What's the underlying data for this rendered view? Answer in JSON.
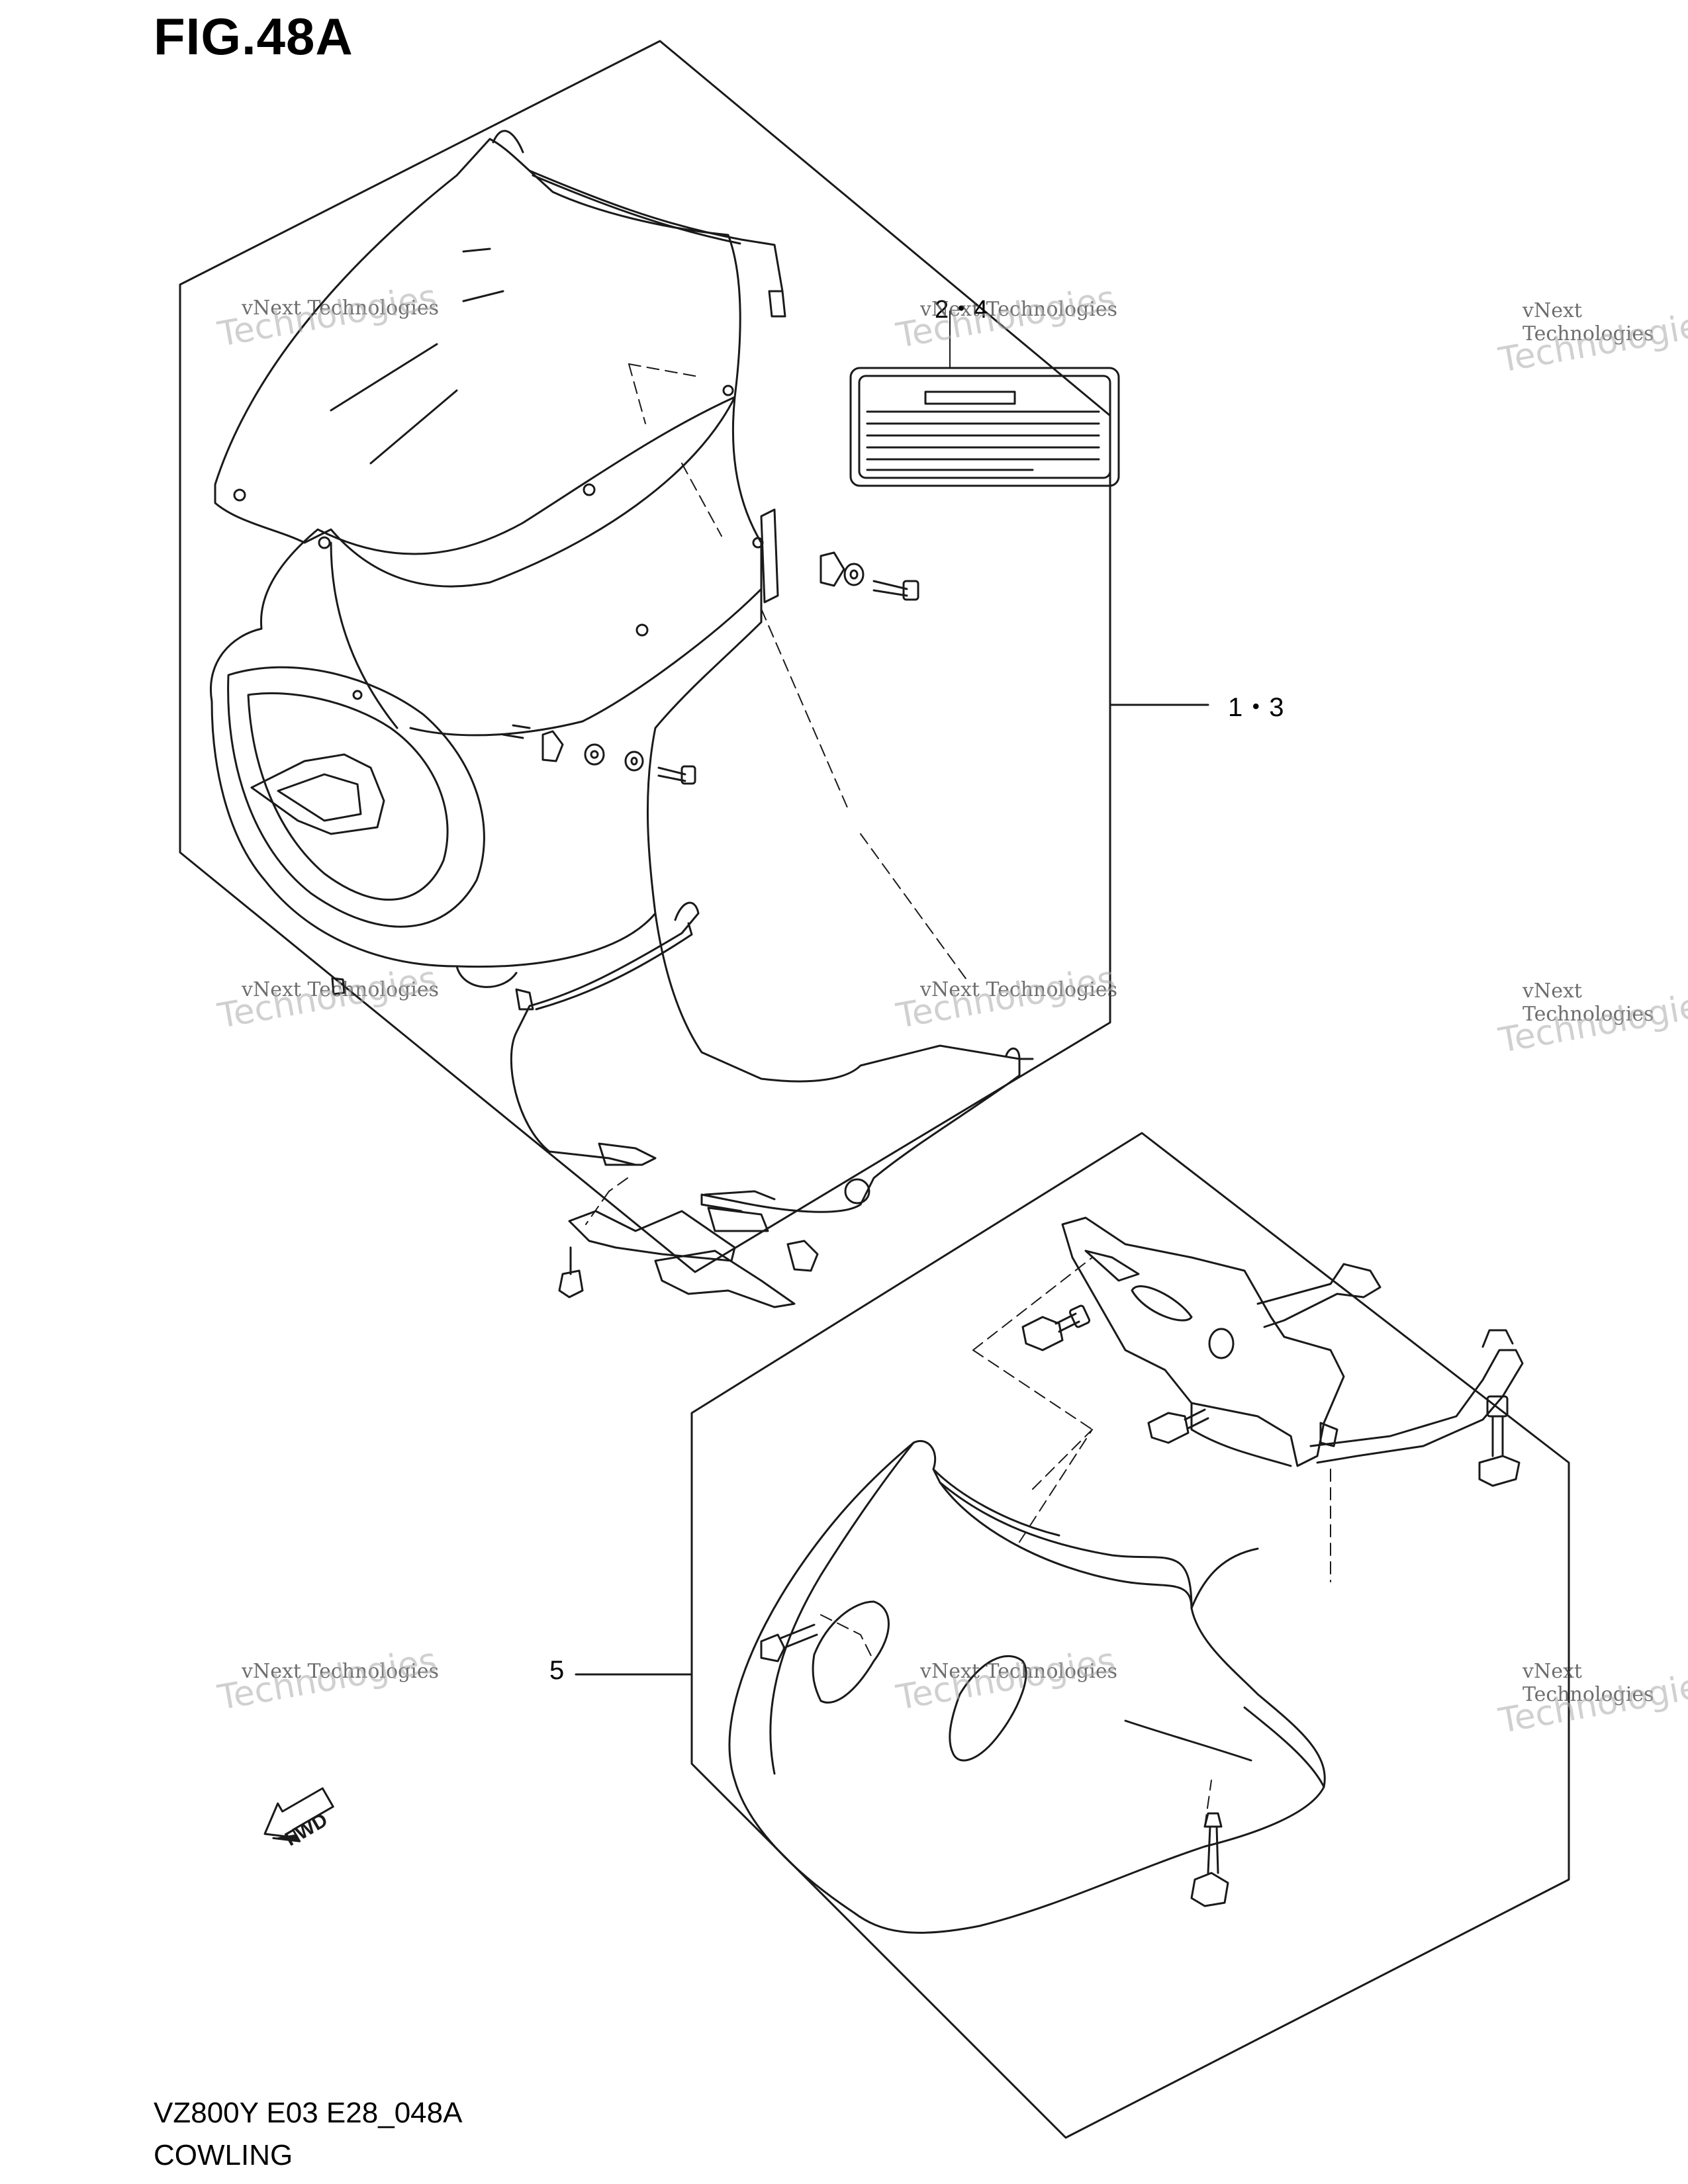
{
  "figure": {
    "title": "FIG.48A",
    "model_code": "VZ800Y E03 E28_048A",
    "group_name": "COWLING"
  },
  "callouts": {
    "upper_assembly": "1・3",
    "label_sticker": "2・4",
    "lower_cowl": "5"
  },
  "direction_badge": {
    "label": "FWD"
  },
  "watermark": {
    "line1": "vNext Technologies",
    "line2": "Technologies"
  },
  "colors": {
    "line": "#1a1a1a",
    "background": "#ffffff",
    "watermark": "#aaaaaa"
  }
}
